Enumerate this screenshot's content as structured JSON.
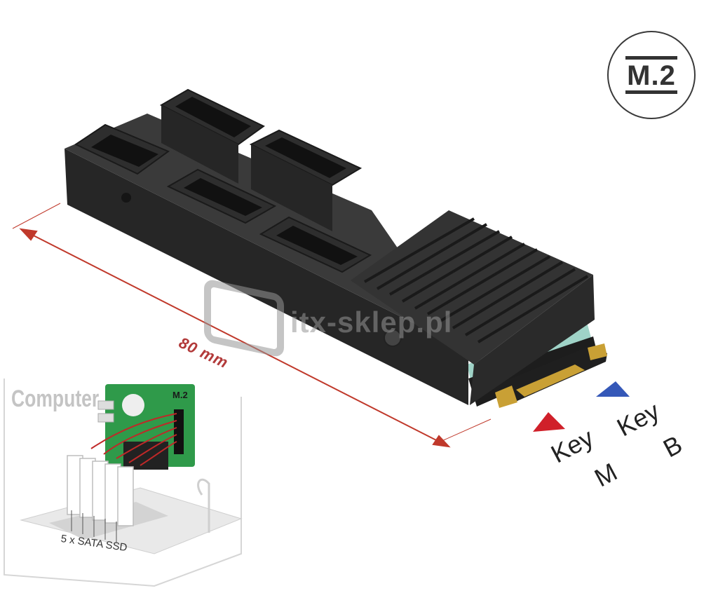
{
  "badge": {
    "label": "M.2"
  },
  "dimension": {
    "label": "80 mm"
  },
  "key_m": {
    "line1": "Key",
    "line2": "M",
    "marker_color": "#d0202a"
  },
  "key_b": {
    "line1": "Key",
    "line2": "B",
    "marker_color": "#3558b8"
  },
  "watermark": {
    "text": "itx-sklep.pl"
  },
  "inset": {
    "title": "Computer",
    "card_label": "M.2",
    "drives_label": "5 x SATA SSD"
  },
  "colors": {
    "heatsink": "#2b2b2b",
    "pcb": "#1c1c1c",
    "pcb_edge": "#9fd3c7",
    "gold_contacts": "#c9a035",
    "dimension_line": "#c0392b",
    "inset_pcb": "#2f9a4a"
  }
}
